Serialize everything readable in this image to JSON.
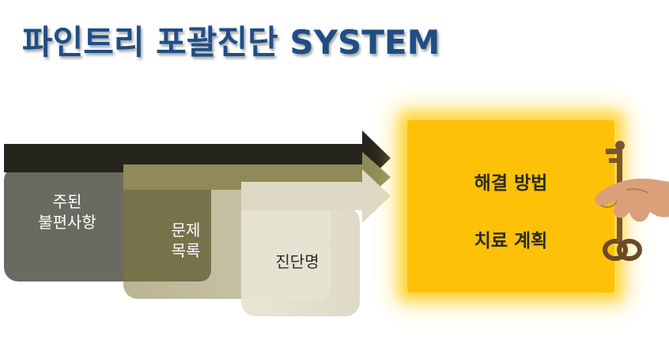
{
  "title": "파인트리 포괄진단 SYSTEM",
  "stages": [
    {
      "label_lines": [
        "주된",
        "불편사항"
      ],
      "color": "#ffffff"
    },
    {
      "label_lines": [
        "문제",
        "목록"
      ],
      "color": "#ffffff"
    },
    {
      "label_lines": [
        "진단명"
      ],
      "color": "#2a2a2a"
    }
  ],
  "solutions": [
    "해결 방법",
    "치료 계획"
  ],
  "colors": {
    "title": "#1f4e86",
    "stage1_arrow": "#26251d",
    "stage1_panel": "#6b6a61",
    "stage2_arrow": "#908a58",
    "stage2_panel_dark": "#77714c",
    "stage2_panel_light": "#c0bb9c",
    "stage3_arrow": "#ddd9c5",
    "stage3_panel": "#e8e5d8",
    "result_box": "#fdc108"
  },
  "icons": [
    "hand-holding-key"
  ]
}
